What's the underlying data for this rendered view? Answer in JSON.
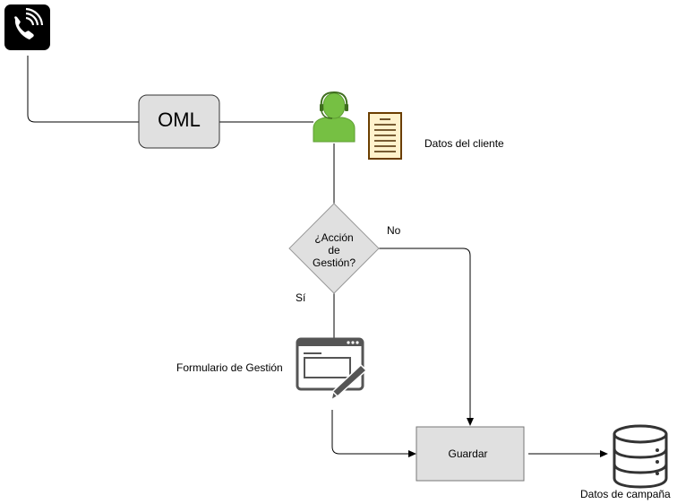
{
  "diagram": {
    "nodes": {
      "phone": {
        "icon": "phone-call-icon"
      },
      "oml": {
        "label": "OML"
      },
      "agent": {
        "icon": "agent-headset-icon"
      },
      "customer_doc": {
        "icon": "document-icon",
        "label": "Datos del cliente"
      },
      "decision": {
        "line1": "¿Acción",
        "line2": "de",
        "line3": "Gestión?"
      },
      "form": {
        "icon": "form-edit-icon",
        "label": "Formulario de Gestión"
      },
      "save": {
        "label": "Guardar"
      },
      "database": {
        "icon": "database-icon",
        "label": "Datos de campaña"
      }
    },
    "edges": {
      "no_label": "No",
      "yes_label": "Sí"
    },
    "colors": {
      "agent_green": "#76c043",
      "doc_fill": "#fff2cc",
      "doc_stroke": "#6b3e00",
      "node_fill": "#e0e0e0",
      "node_stroke": "#666666",
      "icon_dark": "#333333"
    }
  }
}
